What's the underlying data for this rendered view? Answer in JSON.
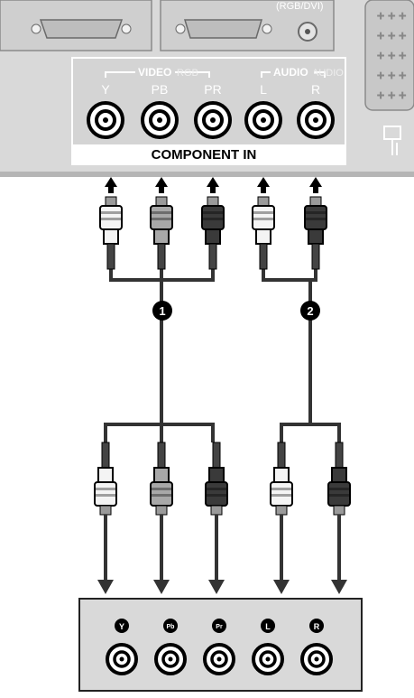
{
  "panel": {
    "top_label_partial": "(RGB/DVI)",
    "video_group_label": "VIDEO",
    "video_ghost_label": "RGB",
    "audio_group_label": "AUDIO",
    "audio_ghost_label": "AUDIO",
    "ports": [
      "Y",
      "PB",
      "PR",
      "L",
      "R"
    ],
    "component_in_label": "COMPONENT IN"
  },
  "callouts": [
    "1",
    "2"
  ],
  "device": {
    "ports": [
      "Y",
      "Pb",
      "Pr",
      "L",
      "R"
    ]
  }
}
